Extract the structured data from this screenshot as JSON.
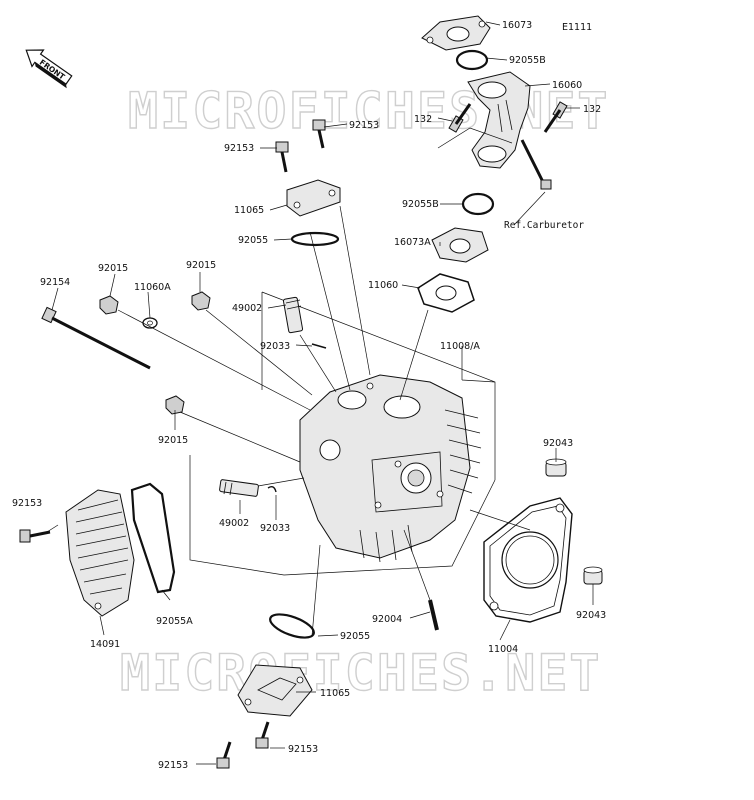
{
  "diagram_code": "E1111",
  "front_indicator": "FRONT",
  "watermark_text": "MICROFICHES.NET",
  "reference_note": "Ref.Carburetor",
  "labels": {
    "l16073": "16073",
    "l92055B_top": "92055B",
    "l16060": "16060",
    "l132_left": "132",
    "l132_right": "132",
    "l92153_top_mid": "92153",
    "l92153_top_left": "92153",
    "l11065_top": "11065",
    "l92055_top": "92055",
    "l92055B_mid": "92055B",
    "l16073A": "16073A",
    "l11060": "11060",
    "l92154": "92154",
    "l92015_a": "92015",
    "l11060A": "11060A",
    "l92015_b": "92015",
    "l49002_top": "49002",
    "l92033_top": "92033",
    "l11008A": "11008/A",
    "l92015_c": "92015",
    "l92043_top": "92043",
    "l92153_left": "92153",
    "l49002_bot": "49002",
    "l92033_bot": "92033",
    "l92055A": "92055A",
    "l14091": "14091",
    "l92004": "92004",
    "l92043_bot": "92043",
    "l92055_bot": "92055",
    "l11004": "11004",
    "l11065_bot": "11065",
    "l92153_bot_right": "92153",
    "l92153_bot_left": "92153"
  }
}
